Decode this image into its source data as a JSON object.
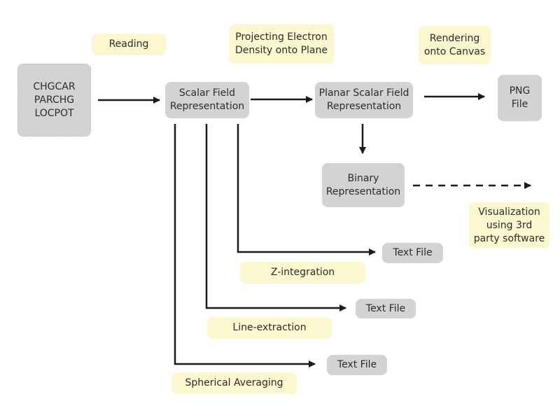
{
  "nodes": {
    "input_files": "CHGCAR\nPARCHG\nLOCPOT",
    "scalar_field": "Scalar Field\nRepresentation",
    "planar_field": "Planar Scalar Field\nRepresentation",
    "png_file": "PNG\nFile",
    "binary": "Binary\nRepresentation",
    "text_file_z": "Text File",
    "text_file_line": "Text File",
    "text_file_sphere": "Text File"
  },
  "labels": {
    "reading": "Reading",
    "projecting": "Projecting Electron\nDensity onto Plane",
    "rendering": "Rendering\nonto Canvas",
    "visualization": "Visualization\nusing 3rd\nparty software",
    "z_integration": "Z-integration",
    "line_extraction": "Line-extraction",
    "spherical_averaging": "Spherical Averaging"
  },
  "colors": {
    "process_box": "#d3d3d3",
    "label_box": "#fbf8cf",
    "arrow": "#1a1a1a"
  }
}
